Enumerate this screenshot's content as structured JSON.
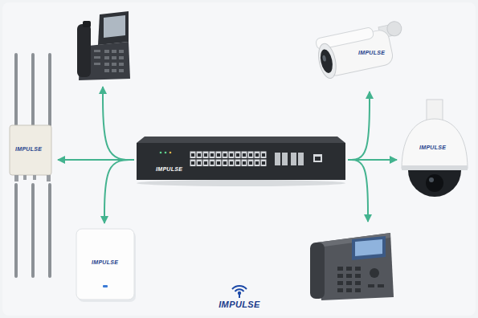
{
  "diagram": {
    "nodes": [
      {
        "text": []
      },
      {
        "text": [
          "IMPULSE"
        ]
      },
      {
        "text": [
          "IMPULSE"
        ]
      },
      {
        "text": [
          "IMPULSE"
        ]
      },
      {
        "text": [
          "IMPULSE"
        ]
      },
      {
        "text": [
          "IMPULSE"
        ]
      },
      {
        "text": []
      }
    ],
    "edges": [
      {
        "from": 3,
        "to": 0,
        "arrow": "to"
      },
      {
        "from": 3,
        "to": 1,
        "arrow": "to"
      },
      {
        "from": 3,
        "to": 2,
        "arrow": "to"
      },
      {
        "from": 3,
        "to": 4,
        "arrow": "to"
      },
      {
        "from": 3,
        "to": 5,
        "arrow": "to"
      },
      {
        "from": 3,
        "to": 6,
        "arrow": "to"
      }
    ],
    "labels": [
      "IMPULSE"
    ]
  }
}
